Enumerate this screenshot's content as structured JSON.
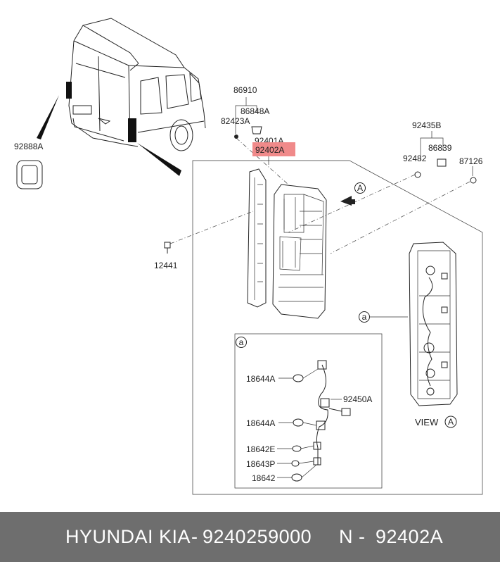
{
  "diagram": {
    "part_labels": {
      "p86910": "86910",
      "p86848A": "86848A",
      "p82423A": "82423A",
      "p92401A": "92401A",
      "p92402A": "92402A",
      "p92888A": "92888A",
      "p12441": "12441",
      "p92435B": "92435B",
      "p92482": "92482",
      "p86839": "86839",
      "p87126": "87126",
      "p18644A_1": "18644A",
      "p18644A_2": "18644A",
      "p92450A": "92450A",
      "p18642E": "18642E",
      "p18643P": "18643P",
      "p18642": "18642"
    },
    "callouts": {
      "arrow_a": "A",
      "detail_a_main": "a",
      "detail_a_box": "a",
      "view_word": "VIEW",
      "view_letter": "A"
    },
    "highlight_color": "#f08a8a"
  },
  "footer": {
    "brand": "HYUNDAI  KIA",
    "separator": "-",
    "part_number": "9240259000",
    "n_prefix": "N -",
    "n_code": "92402A"
  }
}
